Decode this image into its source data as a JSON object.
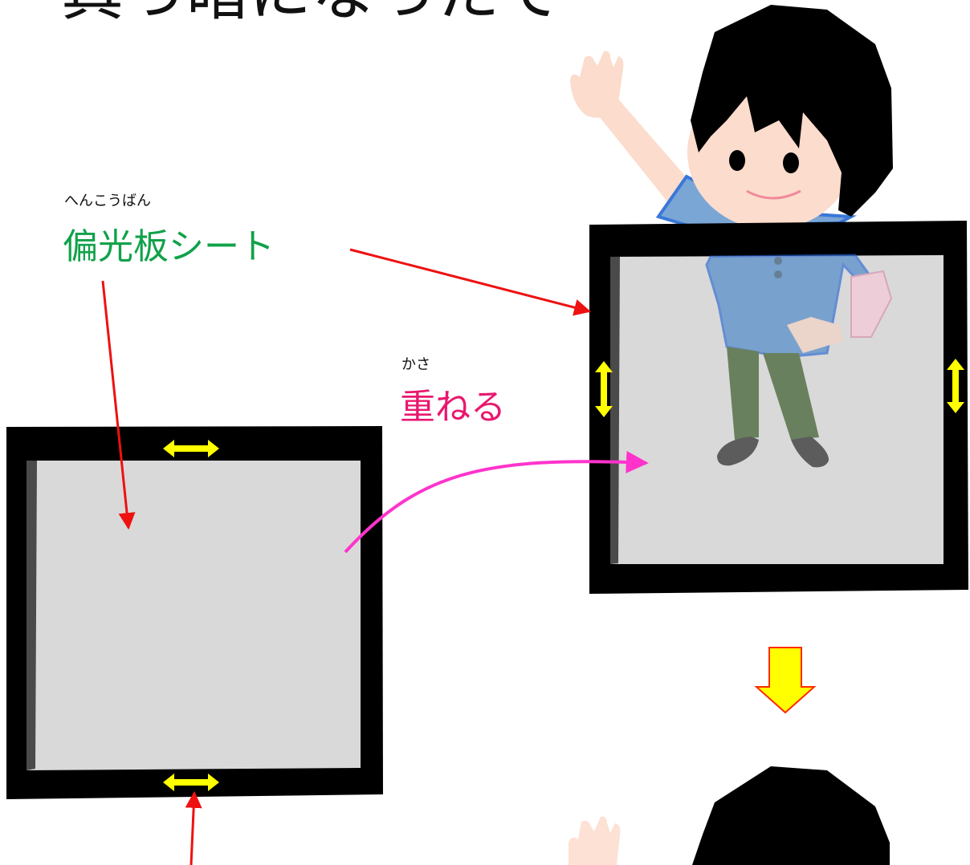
{
  "title": "真っ暗になったで",
  "labels": {
    "polarizer_ruby": "へんこうばん",
    "polarizer": "偏光板シート",
    "overlap_ruby": "かさ",
    "overlap": "重ねる"
  },
  "colors": {
    "polarizer_label": "#11a24a",
    "overlap_label": "#e8186e",
    "pointer_arrow": "#ee1111",
    "overlap_arrow": "#ff33cc",
    "rotation_arrow": "#ffff00",
    "down_arrow_fill": "#ffff00",
    "down_arrow_stroke": "#ff2a00",
    "frame": "#000000",
    "sheet": "#d9d9d9",
    "sheet_edge": "#4a4a4a",
    "hair": "#000000",
    "skin": "#fbdccd",
    "shirt": "#7aa6d6",
    "shirt_outline": "#3a78d8",
    "pants": "#5e7a4e",
    "shoes": "#3a3a3a"
  }
}
